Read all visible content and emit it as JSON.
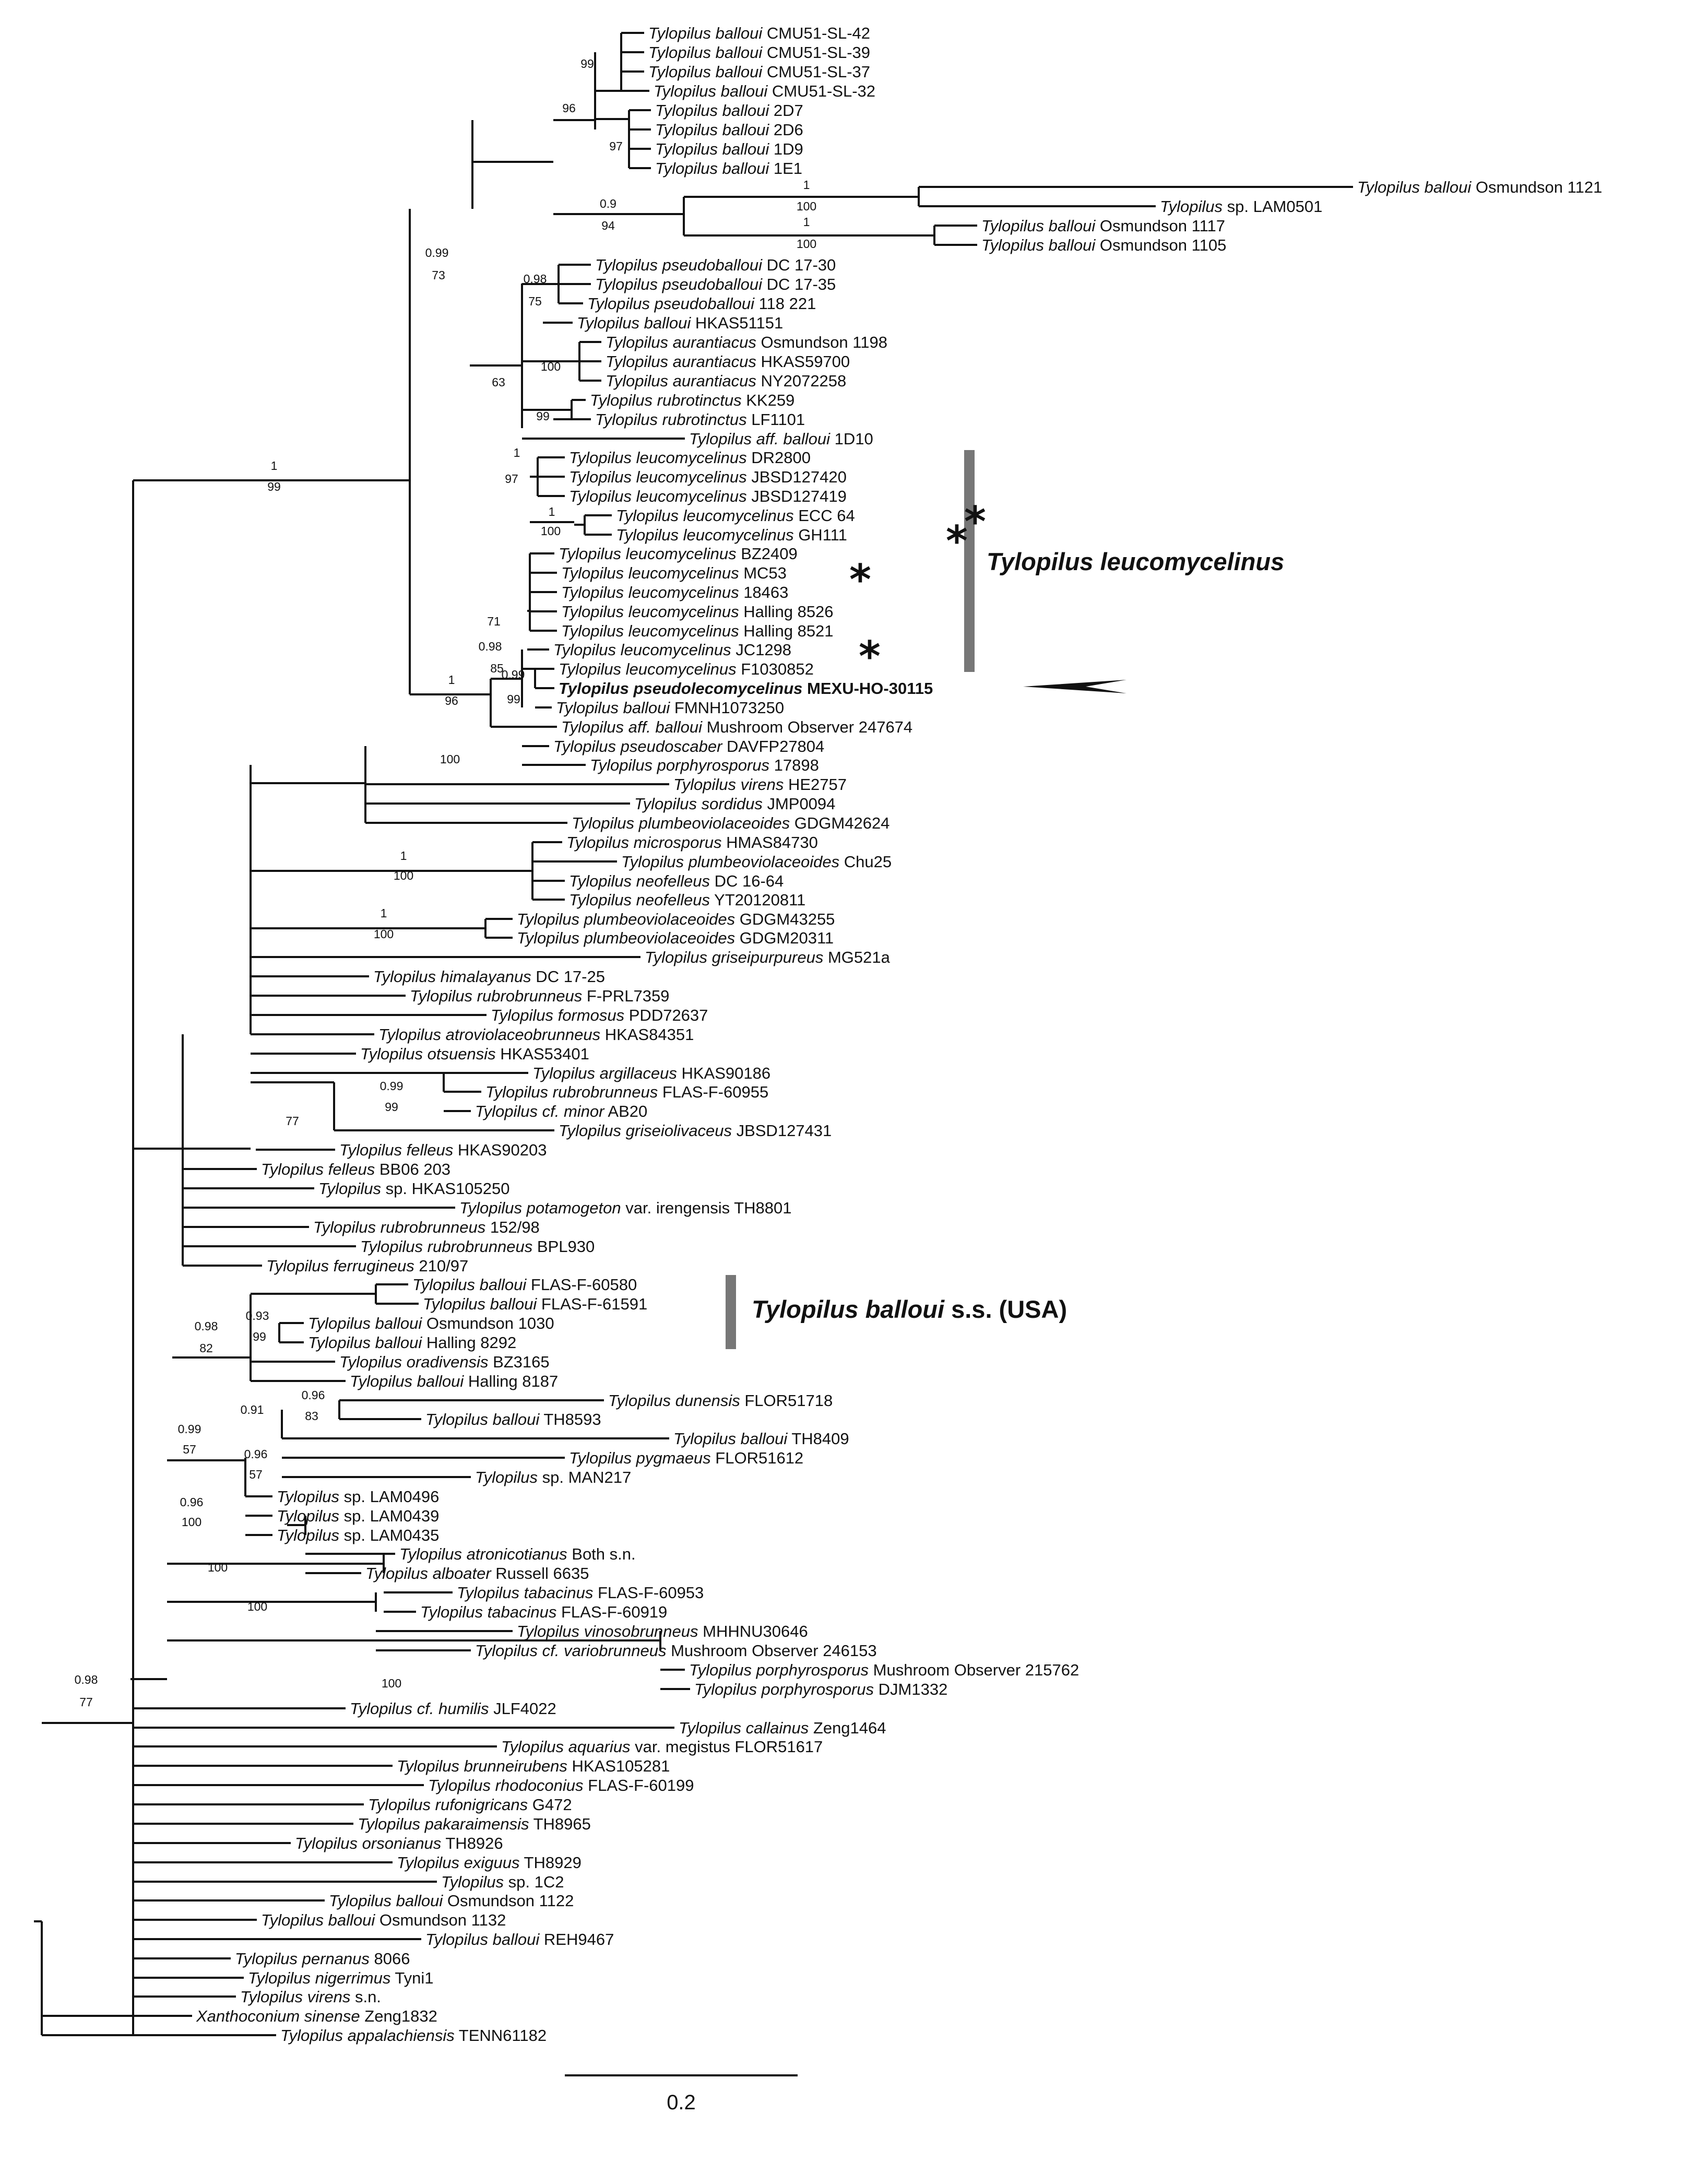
{
  "clades": [
    {
      "italic": "Tylopilus leucomycelinus",
      "plain": ""
    },
    {
      "italic": "Tylopilus balloui",
      "plain": " s.s. (USA)"
    }
  ],
  "scale_bar": {
    "label": "0.2"
  },
  "tips": [
    {
      "g": "Tylopilus",
      "s": "balloui",
      "c": "CMU51-SL-42"
    },
    {
      "g": "Tylopilus",
      "s": "balloui",
      "c": "CMU51-SL-39"
    },
    {
      "g": "Tylopilus",
      "s": "balloui",
      "c": "CMU51-SL-37"
    },
    {
      "g": "Tylopilus",
      "s": "balloui",
      "c": "CMU51-SL-32"
    },
    {
      "g": "Tylopilus",
      "s": "balloui",
      "c": "2D7"
    },
    {
      "g": "Tylopilus",
      "s": "balloui",
      "c": "2D6"
    },
    {
      "g": "Tylopilus",
      "s": "balloui",
      "c": "1D9"
    },
    {
      "g": "Tylopilus",
      "s": "balloui",
      "c": "1E1"
    },
    {
      "g": "Tylopilus",
      "s": "balloui",
      "c": "Osmundson 1121"
    },
    {
      "g": "Tylopilus",
      "s": "",
      "c": "sp. LAM0501"
    },
    {
      "g": "Tylopilus",
      "s": "balloui",
      "c": "Osmundson 1117"
    },
    {
      "g": "Tylopilus",
      "s": "balloui",
      "c": "Osmundson 1105"
    },
    {
      "g": "Tylopilus",
      "s": "pseudoballoui",
      "c": "DC 17-30"
    },
    {
      "g": "Tylopilus",
      "s": "pseudoballoui",
      "c": "DC 17-35"
    },
    {
      "g": "Tylopilus",
      "s": "pseudoballoui",
      "c": "118 221"
    },
    {
      "g": "Tylopilus",
      "s": "balloui",
      "c": "HKAS51151"
    },
    {
      "g": "Tylopilus",
      "s": "aurantiacus",
      "c": "Osmundson 1198"
    },
    {
      "g": "Tylopilus",
      "s": "aurantiacus",
      "c": "HKAS59700"
    },
    {
      "g": "Tylopilus",
      "s": "aurantiacus",
      "c": "NY2072258"
    },
    {
      "g": "Tylopilus",
      "s": "rubrotinctus",
      "c": "KK259"
    },
    {
      "g": "Tylopilus",
      "s": "rubrotinctus",
      "c": "LF1101"
    },
    {
      "g": "Tylopilus",
      "s": "aff. balloui",
      "c": "1D10"
    },
    {
      "g": "Tylopilus",
      "s": "leucomycelinus",
      "c": "DR2800"
    },
    {
      "g": "Tylopilus",
      "s": "leucomycelinus",
      "c": "JBSD127420"
    },
    {
      "g": "Tylopilus",
      "s": "leucomycelinus",
      "c": "JBSD127419"
    },
    {
      "g": "Tylopilus",
      "s": "leucomycelinus",
      "c": "ECC 64"
    },
    {
      "g": "Tylopilus",
      "s": "leucomycelinus",
      "c": "GH111"
    },
    {
      "g": "Tylopilus",
      "s": "leucomycelinus",
      "c": "BZ2409"
    },
    {
      "g": "Tylopilus",
      "s": "leucomycelinus",
      "c": "MC53"
    },
    {
      "g": "Tylopilus",
      "s": "leucomycelinus",
      "c": "18463"
    },
    {
      "g": "Tylopilus",
      "s": "leucomycelinus",
      "c": "Halling 8526"
    },
    {
      "g": "Tylopilus",
      "s": "leucomycelinus",
      "c": "Halling 8521"
    },
    {
      "g": "Tylopilus",
      "s": "leucomycelinus",
      "c": "JC1298"
    },
    {
      "g": "Tylopilus",
      "s": "leucomycelinus",
      "c": "F1030852"
    },
    {
      "g": "Tylopilus",
      "s": "pseudolecomycelinus",
      "c": "MEXU-HO-30115"
    },
    {
      "g": "Tylopilus",
      "s": "balloui",
      "c": "FMNH1073250"
    },
    {
      "g": "Tylopilus",
      "s": "aff. balloui",
      "c": "Mushroom Observer 247674"
    },
    {
      "g": "Tylopilus",
      "s": "pseudoscaber",
      "c": "DAVFP27804"
    },
    {
      "g": "Tylopilus",
      "s": "porphyrosporus",
      "c": "17898"
    },
    {
      "g": "Tylopilus",
      "s": "virens",
      "c": "HE2757"
    },
    {
      "g": "Tylopilus",
      "s": "sordidus",
      "c": "JMP0094"
    },
    {
      "g": "Tylopilus",
      "s": "plumbeoviolaceoides",
      "c": "GDGM42624"
    },
    {
      "g": "Tylopilus",
      "s": "microsporus",
      "c": "HMAS84730"
    },
    {
      "g": "Tylopilus",
      "s": "plumbeoviolaceoides",
      "c": "Chu25"
    },
    {
      "g": "Tylopilus",
      "s": "neofelleus",
      "c": "DC 16-64"
    },
    {
      "g": "Tylopilus",
      "s": "neofelleus",
      "c": "YT20120811"
    },
    {
      "g": "Tylopilus",
      "s": "plumbeoviolaceoides",
      "c": "GDGM43255"
    },
    {
      "g": "Tylopilus",
      "s": "plumbeoviolaceoides",
      "c": "GDGM20311"
    },
    {
      "g": "Tylopilus",
      "s": "griseipurpureus",
      "c": "MG521a"
    },
    {
      "g": "Tylopilus",
      "s": "himalayanus",
      "c": "DC 17-25"
    },
    {
      "g": "Tylopilus",
      "s": "rubrobrunneus",
      "c": "F-PRL7359"
    },
    {
      "g": "Tylopilus",
      "s": "formosus",
      "c": "PDD72637"
    },
    {
      "g": "Tylopilus",
      "s": "atroviolaceobrunneus",
      "c": "HKAS84351"
    },
    {
      "g": "Tylopilus",
      "s": "otsuensis",
      "c": "HKAS53401"
    },
    {
      "g": "Tylopilus",
      "s": "argillaceus",
      "c": "HKAS90186"
    },
    {
      "g": "Tylopilus",
      "s": "rubrobrunneus",
      "c": "FLAS-F-60955"
    },
    {
      "g": "Tylopilus",
      "s": "cf. minor",
      "c": "AB20"
    },
    {
      "g": "Tylopilus",
      "s": "griseiolivaceus",
      "c": "JBSD127431"
    },
    {
      "g": "Tylopilus",
      "s": "felleus",
      "c": "HKAS90203"
    },
    {
      "g": "Tylopilus",
      "s": "felleus",
      "c": "BB06 203"
    },
    {
      "g": "Tylopilus",
      "s": "",
      "c": "sp. HKAS105250"
    },
    {
      "g": "Tylopilus",
      "s": "potamogeton",
      "c": "var. irengensis TH8801"
    },
    {
      "g": "Tylopilus",
      "s": "rubrobrunneus",
      "c": "152/98"
    },
    {
      "g": "Tylopilus",
      "s": "rubrobrunneus",
      "c": "BPL930"
    },
    {
      "g": "Tylopilus",
      "s": "ferrugineus",
      "c": "210/97"
    },
    {
      "g": "Tylopilus",
      "s": "balloui",
      "c": "FLAS-F-60580"
    },
    {
      "g": "Tylopilus",
      "s": "balloui",
      "c": "FLAS-F-61591"
    },
    {
      "g": "Tylopilus",
      "s": "balloui",
      "c": "Osmundson 1030"
    },
    {
      "g": "Tylopilus",
      "s": "balloui",
      "c": "Halling 8292"
    },
    {
      "g": "Tylopilus",
      "s": "oradivensis",
      "c": "BZ3165"
    },
    {
      "g": "Tylopilus",
      "s": "balloui",
      "c": "Halling 8187"
    },
    {
      "g": "Tylopilus",
      "s": "dunensis",
      "c": "FLOR51718"
    },
    {
      "g": "Tylopilus",
      "s": "balloui",
      "c": "TH8593"
    },
    {
      "g": "Tylopilus",
      "s": "balloui",
      "c": "TH8409"
    },
    {
      "g": "Tylopilus",
      "s": "pygmaeus",
      "c": "FLOR51612"
    },
    {
      "g": "Tylopilus",
      "s": "",
      "c": "sp. MAN217"
    },
    {
      "g": "Tylopilus",
      "s": "",
      "c": "sp. LAM0496"
    },
    {
      "g": "Tylopilus",
      "s": "",
      "c": "sp. LAM0439"
    },
    {
      "g": "Tylopilus",
      "s": "",
      "c": "sp. LAM0435"
    },
    {
      "g": "Tylopilus",
      "s": "atronicotianus",
      "c": "Both s.n."
    },
    {
      "g": "Tylopilus",
      "s": "alboater",
      "c": "Russell 6635"
    },
    {
      "g": "Tylopilus",
      "s": "tabacinus",
      "c": "FLAS-F-60953"
    },
    {
      "g": "Tylopilus",
      "s": "tabacinus",
      "c": "FLAS-F-60919"
    },
    {
      "g": "Tylopilus",
      "s": "vinosobrunneus",
      "c": "MHHNU30646"
    },
    {
      "g": "Tylopilus",
      "s": "cf. variobrunneus",
      "c": "Mushroom Observer 246153"
    },
    {
      "g": "Tylopilus",
      "s": "porphyrosporus",
      "c": "Mushroom Observer 215762"
    },
    {
      "g": "Tylopilus",
      "s": "porphyrosporus",
      "c": "DJM1332"
    },
    {
      "g": "Tylopilus",
      "s": "cf. humilis",
      "c": "JLF4022"
    },
    {
      "g": "Tylopilus",
      "s": "callainus",
      "c": "Zeng1464"
    },
    {
      "g": "Tylopilus",
      "s": "aquarius",
      "c": "var. megistus FLOR51617"
    },
    {
      "g": "Tylopilus",
      "s": "brunneirubens",
      "c": "HKAS105281"
    },
    {
      "g": "Tylopilus",
      "s": "rhodoconius",
      "c": "FLAS-F-60199"
    },
    {
      "g": "Tylopilus",
      "s": "rufonigricans",
      "c": "G472"
    },
    {
      "g": "Tylopilus",
      "s": "pakaraimensis",
      "c": "TH8965"
    },
    {
      "g": "Tylopilus",
      "s": "orsonianus",
      "c": "TH8926"
    },
    {
      "g": "Tylopilus",
      "s": "exiguus",
      "c": "TH8929"
    },
    {
      "g": "Tylopilus",
      "s": "",
      "c": "sp. 1C2"
    },
    {
      "g": "Tylopilus",
      "s": "balloui",
      "c": "Osmundson 1122"
    },
    {
      "g": "Tylopilus",
      "s": "balloui",
      "c": "Osmundson 1132"
    },
    {
      "g": "Tylopilus",
      "s": "balloui",
      "c": "REH9467"
    },
    {
      "g": "Tylopilus",
      "s": "pernanus",
      "c": "8066"
    },
    {
      "g": "Tylopilus",
      "s": "nigerrimus",
      "c": "Tyni1"
    },
    {
      "g": "Tylopilus",
      "s": "virens",
      "c": "s.n."
    },
    {
      "g": "Xanthoconium",
      "s": "sinense",
      "c": "Zeng1832"
    },
    {
      "g": "Tylopilus",
      "s": "appalachiensis",
      "c": "TENN61182"
    }
  ],
  "support": [
    "99",
    "96",
    "97",
    "0.9",
    "94",
    "1",
    "100",
    "1",
    "100",
    "0.99",
    "73",
    "0.98",
    "75",
    "100",
    "63",
    "99",
    "1",
    "99",
    "1",
    "97",
    "1",
    "100",
    "71",
    "0.98",
    "85",
    "0.99",
    "99",
    "1",
    "96",
    "100",
    "1",
    "100",
    "1",
    "100",
    "0.99",
    "99",
    "77",
    "0.98",
    "82",
    "0.93",
    "99",
    "0.96",
    "83",
    "0.91",
    "0.99",
    "57",
    "0.96",
    "57",
    "0.96",
    "100",
    "100",
    "100",
    "100",
    "0.98",
    "77"
  ]
}
